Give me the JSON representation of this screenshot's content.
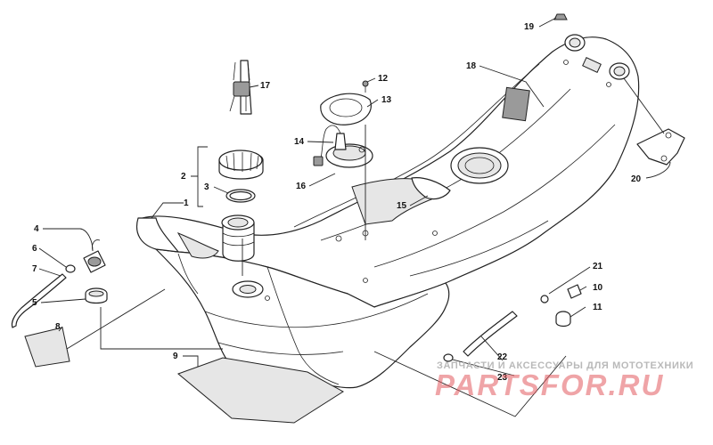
{
  "callouts": [
    {
      "id": "1",
      "text": "1"
    },
    {
      "id": "2",
      "text": "2"
    },
    {
      "id": "3",
      "text": "3"
    },
    {
      "id": "4",
      "text": "4"
    },
    {
      "id": "5",
      "text": "5"
    },
    {
      "id": "6",
      "text": "6"
    },
    {
      "id": "7",
      "text": "7"
    },
    {
      "id": "8",
      "text": "8"
    },
    {
      "id": "9",
      "text": "9"
    },
    {
      "id": "10",
      "text": "10"
    },
    {
      "id": "11",
      "text": "11"
    },
    {
      "id": "12",
      "text": "12"
    },
    {
      "id": "13",
      "text": "13"
    },
    {
      "id": "14",
      "text": "14"
    },
    {
      "id": "15",
      "text": "15"
    },
    {
      "id": "16",
      "text": "16"
    },
    {
      "id": "17",
      "text": "17"
    },
    {
      "id": "18",
      "text": "18"
    },
    {
      "id": "19",
      "text": "19"
    },
    {
      "id": "20",
      "text": "20"
    },
    {
      "id": "21",
      "text": "21"
    },
    {
      "id": "22",
      "text": "22"
    },
    {
      "id": "23",
      "text": "23"
    }
  ],
  "watermark": {
    "tagline": "ЗАПЧАСТИ И АКСЕССУАРЫ ДЛЯ МОТОТЕХНИКИ",
    "brand": "PARTSFOR.RU",
    "brand_color": "#e15a5f"
  },
  "colors": {
    "line": "#222222",
    "fill": "#ffffff",
    "shade": "#e6e6e6"
  }
}
